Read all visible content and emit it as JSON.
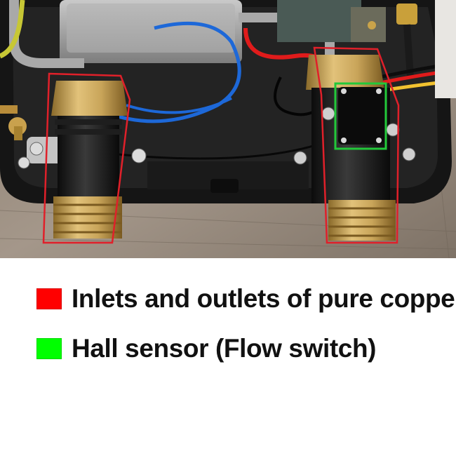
{
  "legend": [
    {
      "label": "Inlets and outlets of pure copper",
      "color": "#ff0000",
      "icon": "red-square"
    },
    {
      "label": "Hall sensor (Flow switch)",
      "color": "#00ff00",
      "icon": "green-square"
    }
  ],
  "highlight_colors": {
    "copper_outline": "#e0202a",
    "sensor_outline": "#22c83a"
  }
}
